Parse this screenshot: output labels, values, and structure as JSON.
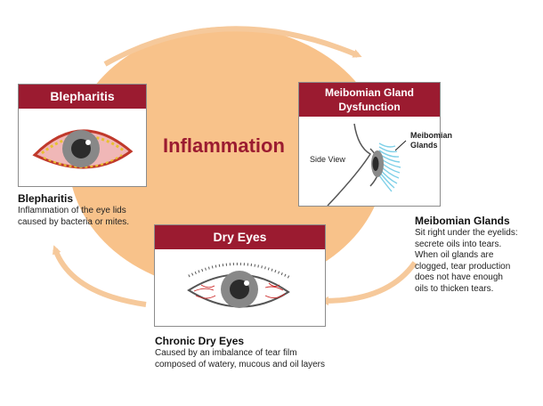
{
  "center": {
    "label": "Inflammation"
  },
  "colors": {
    "accent": "#9b1b30",
    "blob": "#f8c28a",
    "arrow": "#f6c99b",
    "lash": "#7fd0e8"
  },
  "blepharitis": {
    "header": "Blepharitis",
    "caption_title": "Blepharitis",
    "caption_lines": [
      "Inflammation of the eye lids",
      "caused by bacteria or mites."
    ]
  },
  "mgd": {
    "header_lines": [
      "Meibomian Gland",
      "Dysfunction"
    ],
    "side_view": "Side View",
    "glands_lines": [
      "Meibomian",
      "Glands"
    ],
    "caption_title": "Meibomian Glands",
    "caption_lines": [
      "Sit right under the eyelids:",
      "secrete oils into tears.",
      "When oil glands are",
      "clogged, tear production",
      "does not have enough",
      "oils to thicken tears."
    ]
  },
  "dry": {
    "header": "Dry Eyes",
    "caption_title": "Chronic Dry Eyes",
    "caption_lines": [
      "Caused by an imbalance of tear film",
      "composed of watery, mucous and oil layers"
    ]
  }
}
